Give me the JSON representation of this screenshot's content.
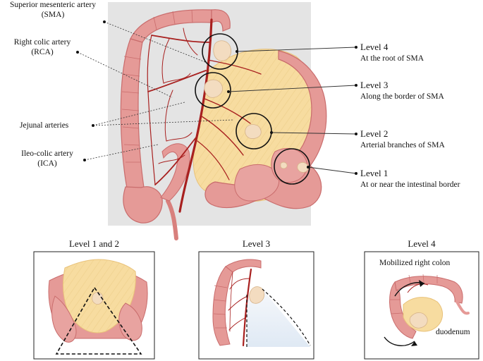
{
  "anatomy_labels": {
    "sma": [
      "Superior mesenteric artery",
      "(SMA)"
    ],
    "rca": [
      "Right colic artery",
      "(RCA)"
    ],
    "jejunal": "Jejunal arteries",
    "ica": [
      "Ileo-colic artery",
      "(ICA)"
    ]
  },
  "levels": [
    {
      "title": "Level 4",
      "desc": "At the root of SMA"
    },
    {
      "title": "Level 3",
      "desc": "Along the border of SMA"
    },
    {
      "title": "Level 2",
      "desc": "Arterial branches of SMA"
    },
    {
      "title": "Level 1",
      "desc": "At or near the intestinal border"
    }
  ],
  "panels": [
    {
      "title": "Level 1 and 2"
    },
    {
      "title": "Level 3"
    },
    {
      "title": "Level 4",
      "labels": [
        "Mobilized right colon",
        "duodenum"
      ]
    }
  ],
  "colors": {
    "background_panel": "#e4e4e4",
    "bowel": "#e59a97",
    "bowel_dark": "#c96c6c",
    "mesentery": "#f7dca0",
    "artery": "#a8201f",
    "node": "#f3dcc0"
  }
}
